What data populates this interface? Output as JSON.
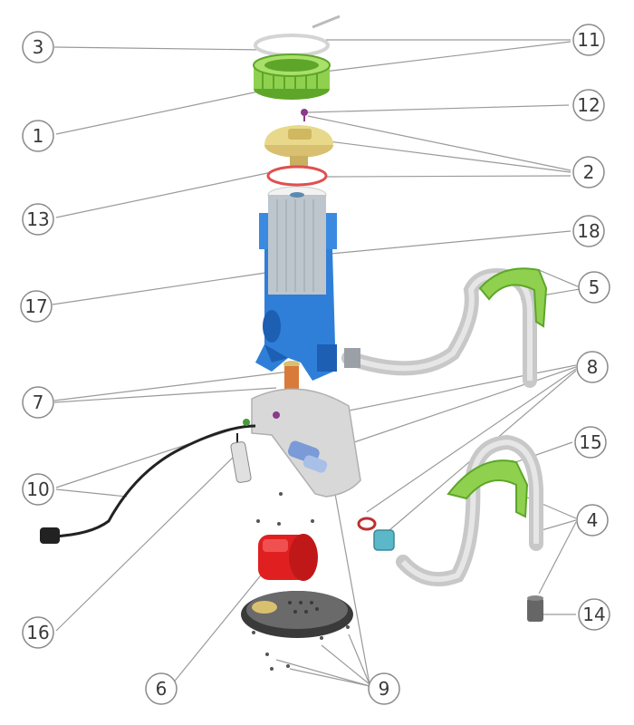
{
  "colors": {
    "background": "#ffffff",
    "lime_green": "#8fd14f",
    "lime_green_dark": "#5da629",
    "blue_body": "#2f7fd8",
    "blue_dark": "#1c5fb3",
    "yellow_cap": "#e8d98a",
    "red_motor": "#e02020",
    "red_oring": "#e05050",
    "hose_gray": "#c8c8c8",
    "base_gray": "#d8d8d8",
    "teal_fitting": "#5ab8c8",
    "cable_black": "#222222"
  },
  "callouts": [
    {
      "id": "c1",
      "number": "1"
    },
    {
      "id": "c2",
      "number": "2"
    },
    {
      "id": "c3",
      "number": "3"
    },
    {
      "id": "c4",
      "number": "4"
    },
    {
      "id": "c5",
      "number": "5"
    },
    {
      "id": "c6",
      "number": "6"
    },
    {
      "id": "c7",
      "number": "7"
    },
    {
      "id": "c8",
      "number": "8"
    },
    {
      "id": "c9",
      "number": "9"
    },
    {
      "id": "c10",
      "number": "10"
    },
    {
      "id": "c11",
      "number": "11"
    },
    {
      "id": "c12",
      "number": "12"
    },
    {
      "id": "c13",
      "number": "13"
    },
    {
      "id": "c14",
      "number": "14"
    },
    {
      "id": "c15",
      "number": "15"
    },
    {
      "id": "c16",
      "number": "16"
    },
    {
      "id": "c17",
      "number": "17"
    },
    {
      "id": "c18",
      "number": "18"
    }
  ]
}
